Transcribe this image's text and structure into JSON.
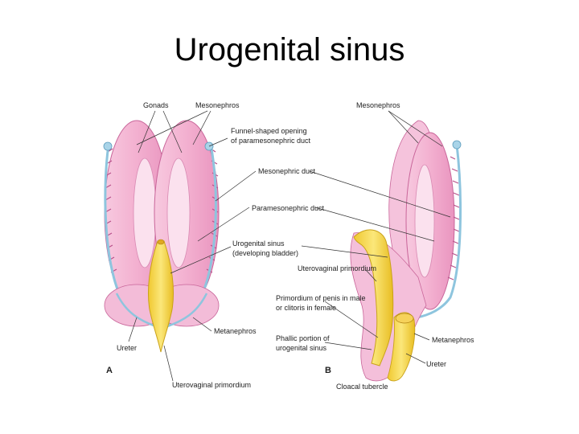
{
  "title": "Urogenital sinus",
  "panel_a": {
    "letter": "A",
    "labels": {
      "gonads": "Gonads",
      "mesonephros": "Mesonephros",
      "funnel_line1": "Funnel-shaped opening",
      "funnel_line2": "of paramesonephric duct",
      "mesonephric_duct": "Mesonephric duct",
      "paramesonephric_duct": "Paramesonephric duct",
      "urogenital_sinus_line1": "Urogenital sinus",
      "urogenital_sinus_line2": "(developing bladder)",
      "metanephros": "Metanephros",
      "ureter": "Ureter",
      "uterovaginal_primordium": "Uterovaginal primordium"
    }
  },
  "panel_b": {
    "letter": "B",
    "labels": {
      "mesonephros": "Mesonephros",
      "uterovaginal_primordium": "Uterovaginal primordium",
      "penis_line1": "Primordium of penis in male",
      "penis_line2": "or clitoris in female",
      "phallic_line1": "Phallic portion of",
      "phallic_line2": "urogenital sinus",
      "metanephros": "Metanephros",
      "ureter": "Ureter",
      "cloacal_tubercle": "Cloacal tubercle"
    }
  },
  "colors": {
    "mesonephros_fill": "#f3b9d6",
    "mesonephros_edge": "#c9669a",
    "gonad_fill": "#f9d7e8",
    "duct_blue": "#8ec5de",
    "sinus_yellow": "#f5d64a",
    "sinus_edge": "#c9a21a"
  }
}
